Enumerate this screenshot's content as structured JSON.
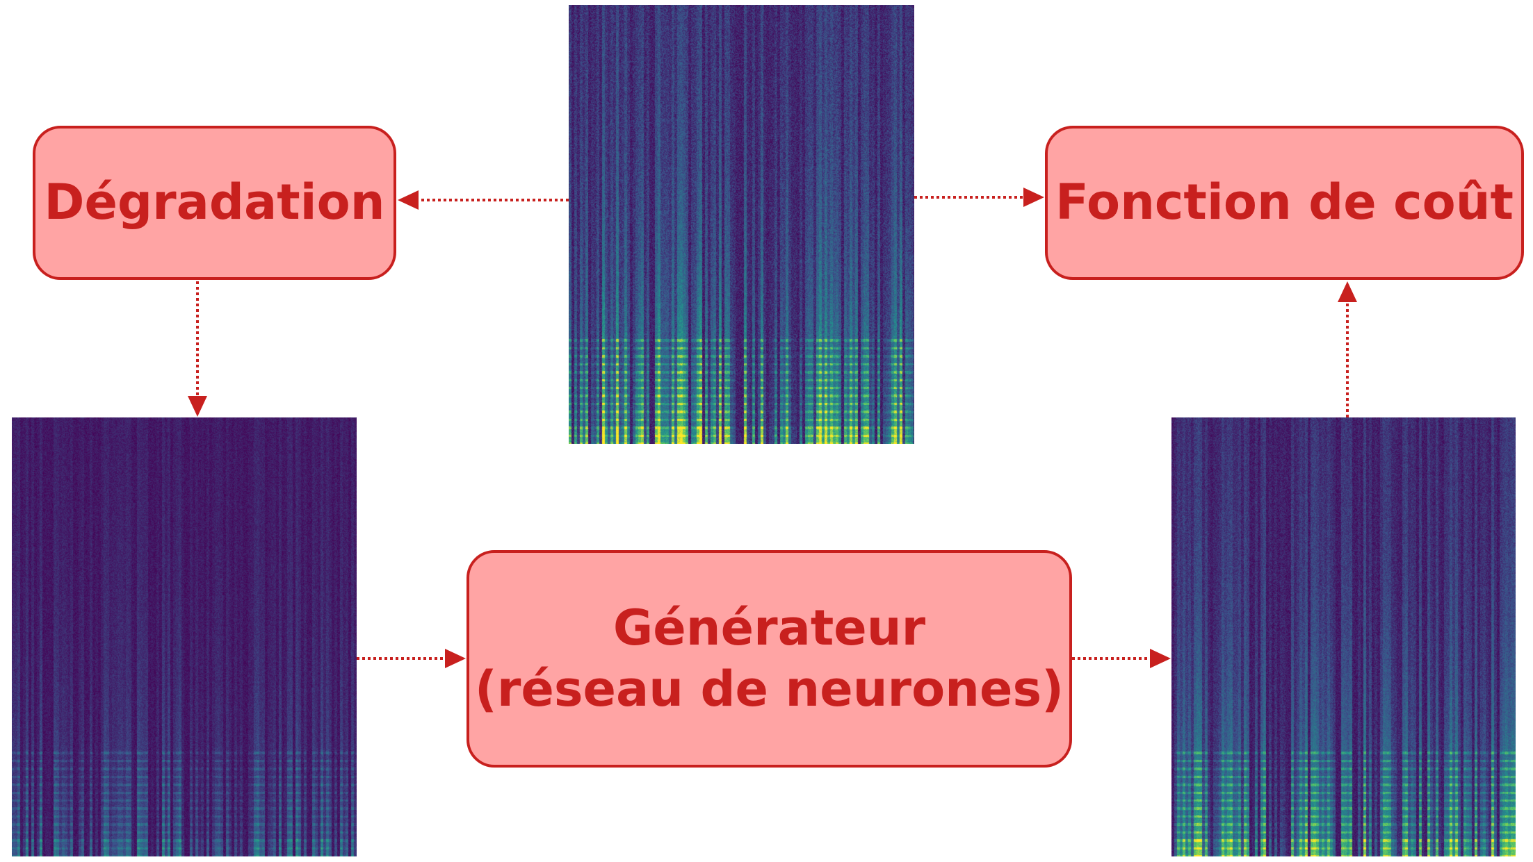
{
  "boxes": {
    "degradation": "Dégradation",
    "cost_function": "Fonction de coût",
    "generator_line1": "Générateur",
    "generator_line2": "(réseau de neurones)"
  },
  "colors": {
    "box_fill": "#ffa4a4",
    "box_border": "#c8201e",
    "arrow": "#c8201e",
    "spectrogram_bg": "#440154"
  },
  "spectrograms": {
    "clean": {
      "noise": 0.25,
      "energy": 0.9
    },
    "degraded": {
      "noise": 0.15,
      "energy": 0.35
    },
    "generated": {
      "noise": 0.2,
      "energy": 0.7
    }
  }
}
